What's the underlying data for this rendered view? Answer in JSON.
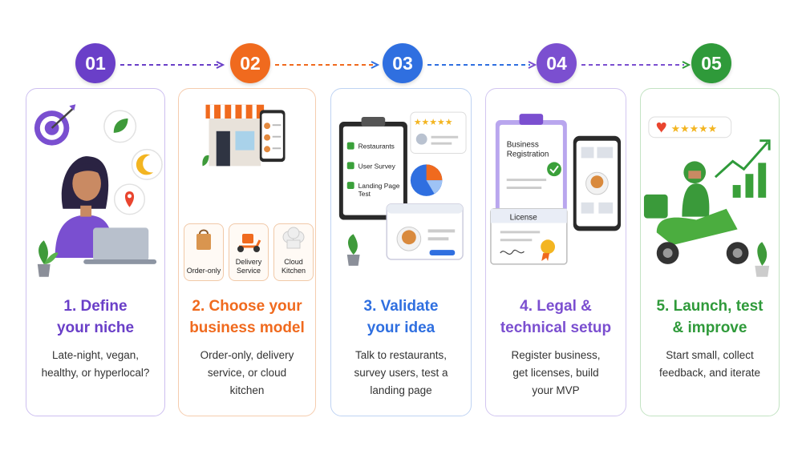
{
  "colors": {
    "purple": "#6a3fc8",
    "orange": "#f06a1e",
    "blue": "#2f6fe0",
    "violet": "#7b4fd0",
    "green": "#2f9a3a"
  },
  "steps": [
    {
      "number": "01",
      "title_line1": "1. Define",
      "title_line2": "your niche",
      "desc_line1": "Late-night, vegan,",
      "desc_line2": "healthy, or hyperlocal?",
      "desc_line3": ""
    },
    {
      "number": "02",
      "title_line1": "2. Choose your",
      "title_line2": "business model",
      "desc_line1": "Order-only, delivery",
      "desc_line2": "service, or cloud kitchen",
      "desc_line3": "",
      "models": [
        {
          "label_line1": "Order-only",
          "label_line2": "",
          "icon": "shopping-bag-icon"
        },
        {
          "label_line1": "Delivery",
          "label_line2": "Service",
          "icon": "scooter-icon"
        },
        {
          "label_line1": "Cloud",
          "label_line2": "Kitchen",
          "icon": "chef-hat-icon"
        }
      ]
    },
    {
      "number": "03",
      "title_line1": "3. Validate",
      "title_line2": "your idea",
      "desc_line1": "Talk to restaurants,",
      "desc_line2": "survey users, test a",
      "desc_line3": "landing page",
      "checklist": [
        "Restaurants",
        "User Survey",
        "Landing Page",
        "Test"
      ]
    },
    {
      "number": "04",
      "title_line1": "4. Legal &",
      "title_line2": "technical setup",
      "desc_line1": "Register business,",
      "desc_line2": "get licenses, build",
      "desc_line3": "your MVP",
      "doc_title_line1": "Business",
      "doc_title_line2": "Registration",
      "license_label": "License"
    },
    {
      "number": "05",
      "title_line1": "5. Launch, test",
      "title_line2": "& improve",
      "desc_line1": "Start small, collect",
      "desc_line2": "feedback, and iterate",
      "desc_line3": ""
    }
  ]
}
